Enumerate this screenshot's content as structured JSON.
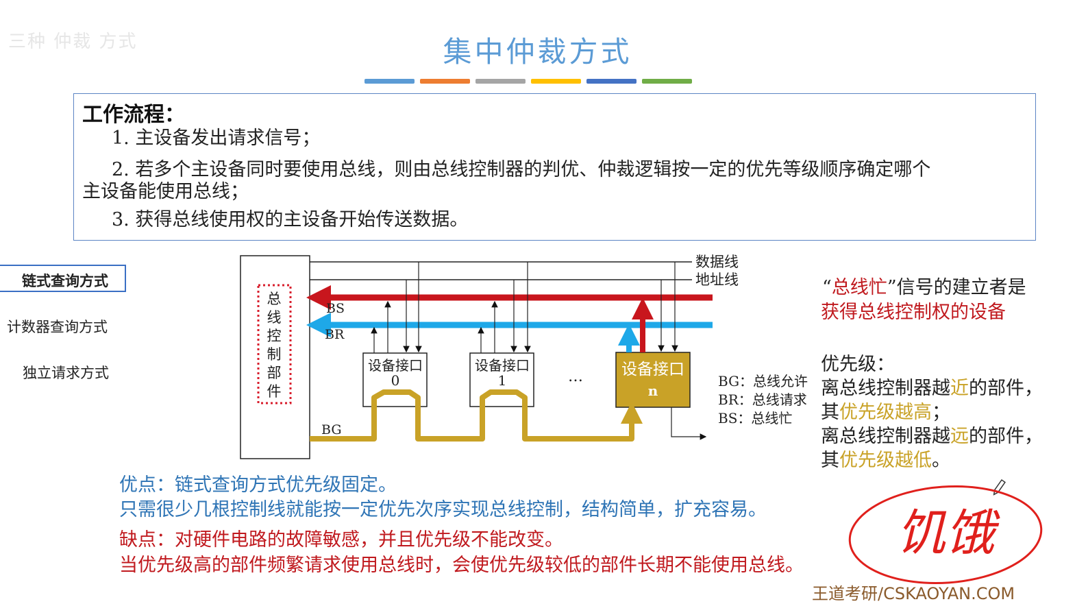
{
  "header": {
    "title": "集中仲裁方式",
    "faded_text": "三种 仲裁 方式",
    "stripe_colors": [
      "#5b9bd5",
      "#ed7d31",
      "#a5a5a5",
      "#ffc000",
      "#4472c4",
      "#70ad47"
    ]
  },
  "flow": {
    "heading": "工作流程：",
    "step1": "1. 主设备发出请求信号；",
    "step2_a": "2. 若多个主设备同时要使用总线，则由总线控制器的判优、仲裁逻辑按一定的优先等级顺序确定哪个",
    "step2_b": "主设备能使用总线；",
    "step3": "3. 获得总线使用权的主设备开始传送数据。"
  },
  "sidebar": {
    "items": [
      {
        "label": "链式查询方式",
        "active": true
      },
      {
        "label": "计数器查询方式",
        "active": false
      },
      {
        "label": "独立请求方式",
        "active": false
      }
    ]
  },
  "diagram": {
    "controller_label": [
      "总",
      "线",
      "控",
      "制",
      "部",
      "件"
    ],
    "data_line": "数据线",
    "address_line": "地址线",
    "bs_label": "BS",
    "br_label": "BR",
    "bg_label": "BG",
    "device0_line1": "设备接口",
    "device0_line2": "0",
    "device1_line1": "设备接口",
    "device1_line2": "1",
    "deviceN_line1": "设备接口",
    "deviceN_line2": "n",
    "ellipsis": "…",
    "colors": {
      "bs": "#c8161d",
      "br": "#1ea8e8",
      "bg": "#c9a227",
      "device_n_fill": "#c9a227"
    }
  },
  "legend": {
    "bg": "BG：总线允许",
    "br": "BR：总线请求",
    "bs": "BS：总线忙"
  },
  "right_notes": {
    "busy_prefix": "“",
    "busy_word": "总线忙",
    "busy_suffix": "”信号的建立者是",
    "busy_owner": "获得总线控制权的设备",
    "priority_heading": "优先级：",
    "near_a": "离总线控制器越",
    "near_word": "近",
    "near_b": "的部件，",
    "near_c_prefix": "其",
    "near_c_word": "优先级越高",
    "near_c_suffix": "；",
    "far_a": "离总线控制器越",
    "far_word": "远",
    "far_b": "的部件，",
    "far_c_prefix": "其",
    "far_c_word": "优先级越低",
    "far_c_suffix": "。"
  },
  "pros": {
    "line1": "优点：链式查询方式优先级固定。",
    "line2": "只需很少几根控制线就能按一定优先次序实现总线控制，结构简单，扩充容易。"
  },
  "cons": {
    "line1": "缺点：对硬件电路的故障敏感，并且优先级不能改变。",
    "line2": "当优先级高的部件频繁请求使用总线时，会使优先级较低的部件长期不能使用总线。"
  },
  "annotation": {
    "handwriting": "饥饿",
    "pen_icon": "pencil-icon"
  },
  "watermark": "王道考研/CSKAOYAN.COM"
}
